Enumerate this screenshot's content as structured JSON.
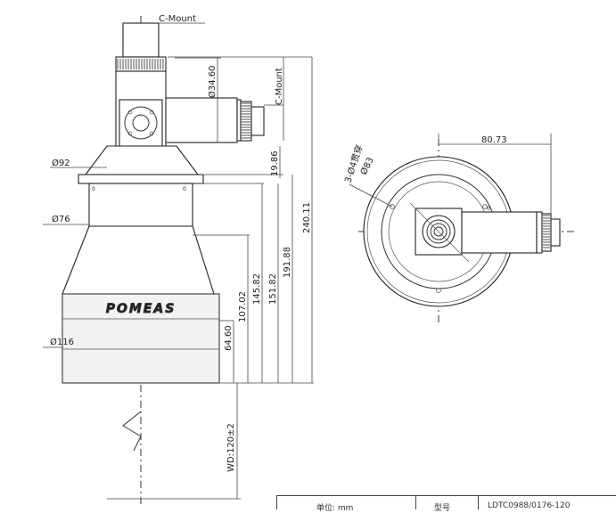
{
  "side_view": {
    "top_mount_label": "C-Mount",
    "side_mount_label": "C-Mount",
    "dia_34_60": "Ø34.60",
    "dia_92": "Ø92",
    "dia_76": "Ø76",
    "dia_116": "Ø116",
    "brand_logo": "POMEAS",
    "dim_19_86": "19.86",
    "dim_240_11": "240.11",
    "dim_191_88": "191.88",
    "dim_151_82": "151.82",
    "dim_145_82": "145.82",
    "dim_107_02": "107.02",
    "dim_64_60": "64.60",
    "wd": "WD:120±2",
    "flange_mark_left": "0",
    "flange_mark_right": "0"
  },
  "front_view": {
    "dim_80_73": "80.73",
    "hole_note": "3-Ø4贯穿",
    "dia_83": "Ø83"
  },
  "title_block": {
    "unit_label": "单位: mm",
    "model_label": "型号",
    "model_value": "LDTC0988/0176-120"
  }
}
